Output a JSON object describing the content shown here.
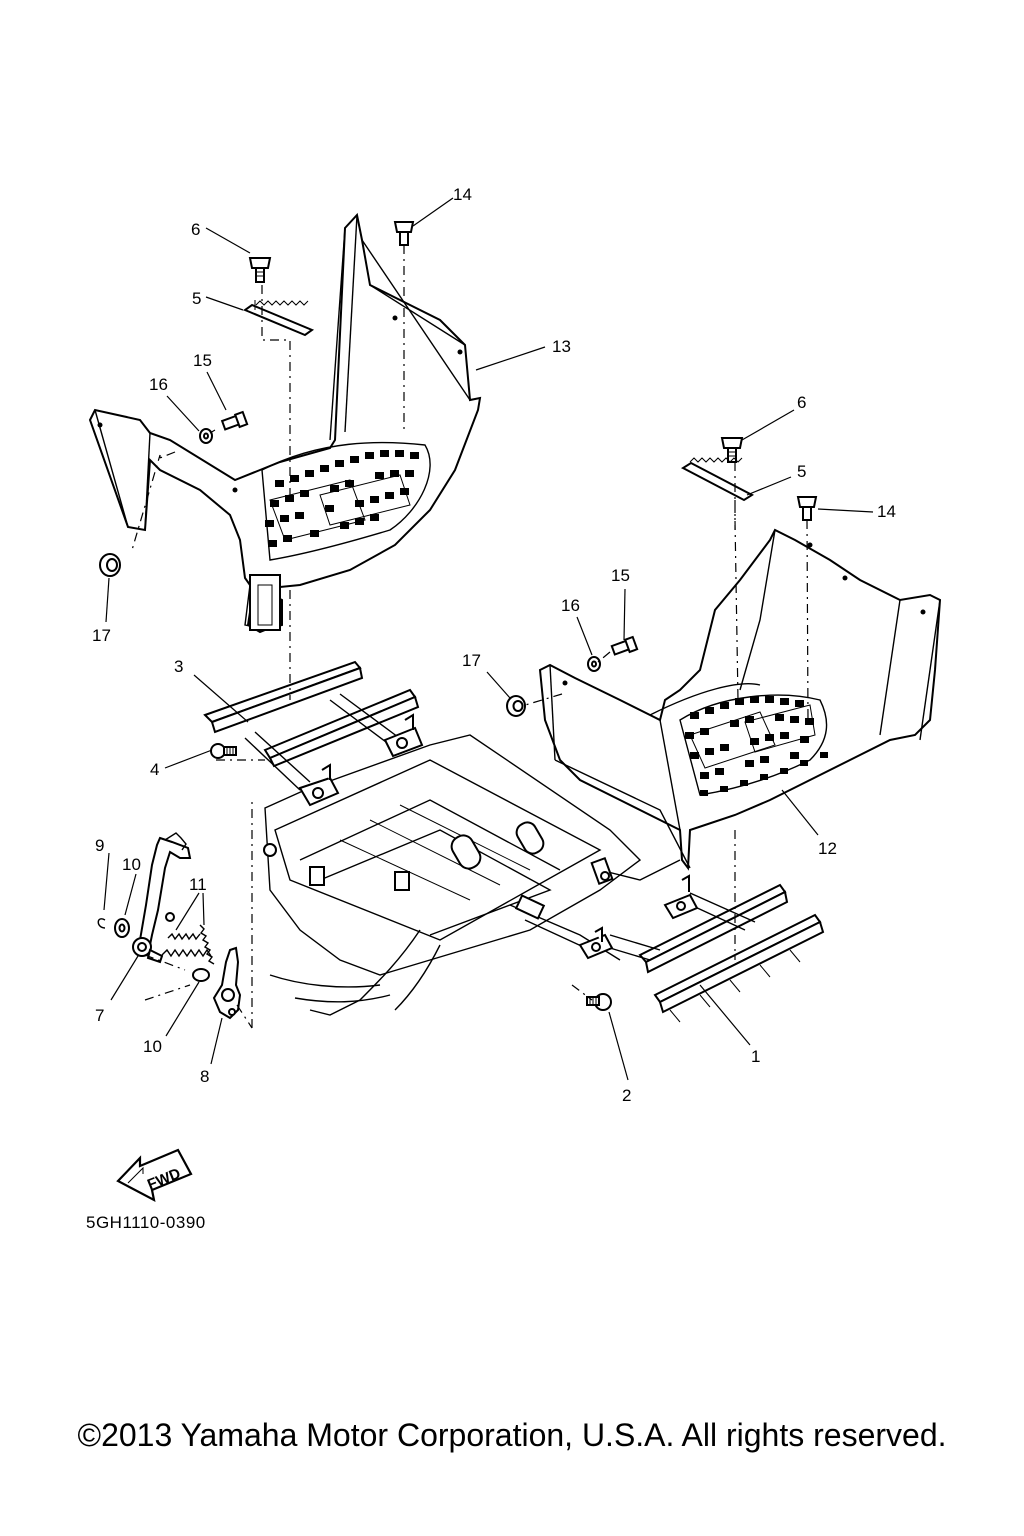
{
  "diagram": {
    "code": "5GH1110-0390",
    "copyright": "©2013 Yamaha Motor Corporation, U.S.A. All rights reserved.",
    "fwd_label": "FWD",
    "callouts": [
      {
        "id": "c-1",
        "label": "1",
        "part": "footrest-bracket-right"
      },
      {
        "id": "c-2",
        "label": "2",
        "part": "bolt-right"
      },
      {
        "id": "c-3",
        "label": "3",
        "part": "footrest-bracket-left"
      },
      {
        "id": "c-4",
        "label": "4",
        "part": "bolt-left"
      },
      {
        "id": "c-5a",
        "label": "5",
        "part": "plate-left"
      },
      {
        "id": "c-5b",
        "label": "5",
        "part": "plate-right"
      },
      {
        "id": "c-6a",
        "label": "6",
        "part": "screw-left"
      },
      {
        "id": "c-6b",
        "label": "6",
        "part": "screw-right"
      },
      {
        "id": "c-7",
        "label": "7",
        "part": "brake-pedal"
      },
      {
        "id": "c-8",
        "label": "8",
        "part": "pedal-lever"
      },
      {
        "id": "c-9",
        "label": "9",
        "part": "circlip"
      },
      {
        "id": "c-10a",
        "label": "10",
        "part": "washer-upper"
      },
      {
        "id": "c-10b",
        "label": "10",
        "part": "washer-lower"
      },
      {
        "id": "c-11",
        "label": "11",
        "part": "springs"
      },
      {
        "id": "c-12",
        "label": "12",
        "part": "footrest-board-right"
      },
      {
        "id": "c-13",
        "label": "13",
        "part": "footrest-board-left"
      },
      {
        "id": "c-14a",
        "label": "14",
        "part": "bolt-top-left"
      },
      {
        "id": "c-14b",
        "label": "14",
        "part": "bolt-top-right"
      },
      {
        "id": "c-15a",
        "label": "15",
        "part": "bolt-small-left"
      },
      {
        "id": "c-15b",
        "label": "15",
        "part": "bolt-small-right"
      },
      {
        "id": "c-16a",
        "label": "16",
        "part": "washer-left"
      },
      {
        "id": "c-16b",
        "label": "16",
        "part": "washer-right"
      },
      {
        "id": "c-17a",
        "label": "17",
        "part": "nut-left"
      },
      {
        "id": "c-17b",
        "label": "17",
        "part": "nut-right"
      }
    ]
  }
}
